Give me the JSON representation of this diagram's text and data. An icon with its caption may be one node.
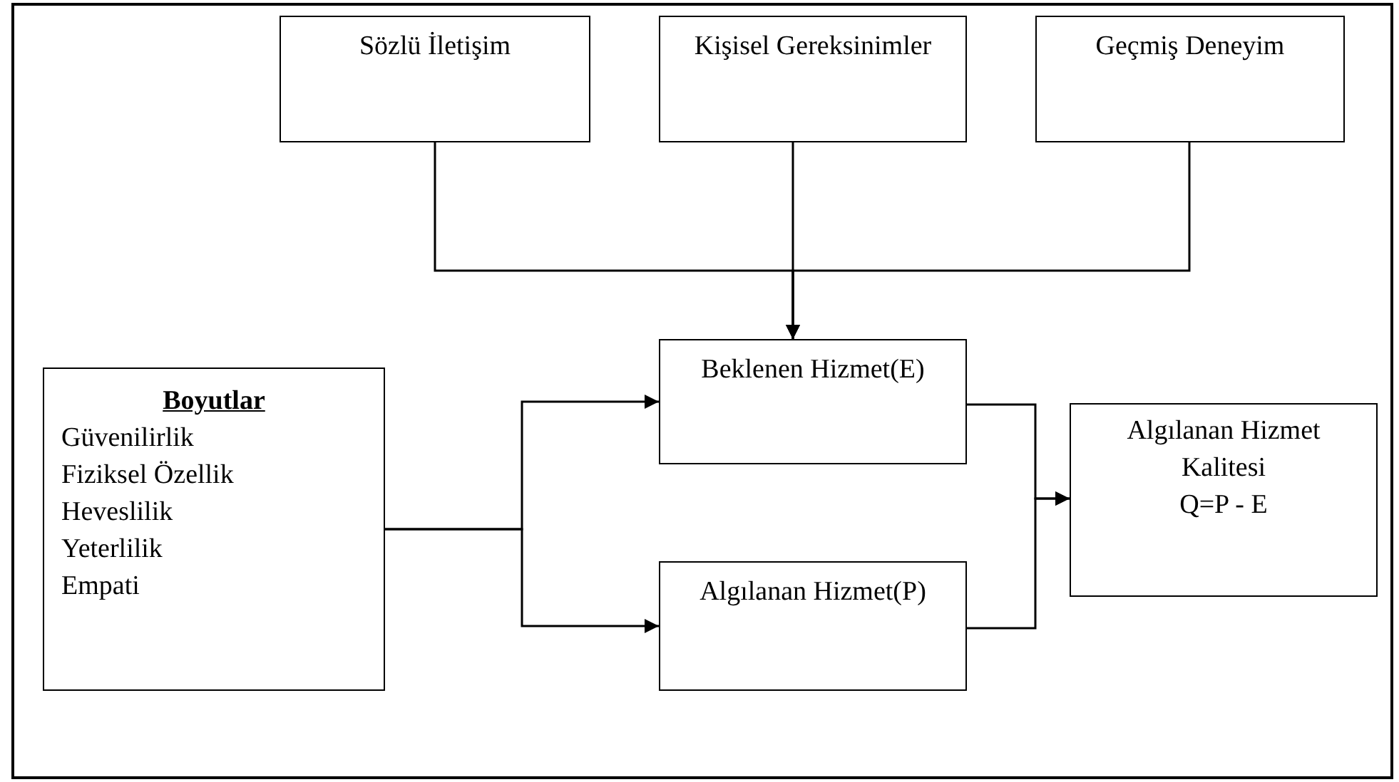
{
  "diagram": {
    "nodes": [
      {
        "text": [
          "Sözlü İletişim"
        ]
      },
      {
        "text": [
          "Kişisel Gereksinimler"
        ]
      },
      {
        "text": [
          "Geçmiş Deneyim"
        ]
      },
      {
        "text": [
          "Boyutlar",
          "Güvenilirlik",
          "Fiziksel Özellik",
          "Heveslilik",
          "Yeterlilik",
          "Empati"
        ]
      },
      {
        "text": [
          "Beklenen Hizmet(E)"
        ]
      },
      {
        "text": [
          "Algılanan Hizmet(P)"
        ]
      },
      {
        "text": [
          "Algılanan Hizmet Kalitesi",
          "Q=P - E"
        ]
      }
    ],
    "edges": [
      {
        "from": 0,
        "to": 4,
        "arrow": "to"
      },
      {
        "from": 1,
        "to": 4,
        "arrow": "to"
      },
      {
        "from": 2,
        "to": 4,
        "arrow": "to"
      },
      {
        "from": 3,
        "to": 4,
        "arrow": "to"
      },
      {
        "from": 3,
        "to": 5,
        "arrow": "to"
      },
      {
        "from": 4,
        "to": 6,
        "arrow": "to"
      },
      {
        "from": 5,
        "to": 6,
        "arrow": "to"
      }
    ]
  }
}
